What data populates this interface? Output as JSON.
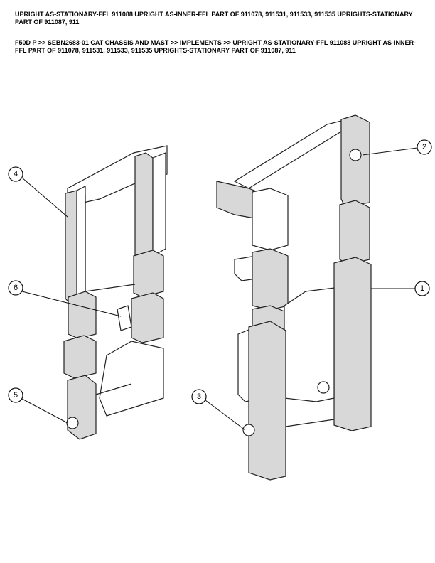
{
  "document": {
    "title": "UPRIGHT AS-STATIONARY-FFL 911088 UPRIGHT AS-INNER-FFL PART OF 911078, 911531, 911533, 911535 UPRIGHTS-STATIONARY PART OF 911087, 911",
    "breadcrumb": "F50D P >> SEBN2683-01 CAT CHASSIS AND MAST >> IMPLEMENTS >> UPRIGHT AS-STATIONARY-FFL 911088 UPRIGHT AS-INNER-FFL PART OF 911078, 911531, 911533, 911535 UPRIGHTS-STATIONARY PART OF 911087, 911"
  },
  "callouts": [
    "1",
    "2",
    "3",
    "4",
    "5",
    "6"
  ]
}
